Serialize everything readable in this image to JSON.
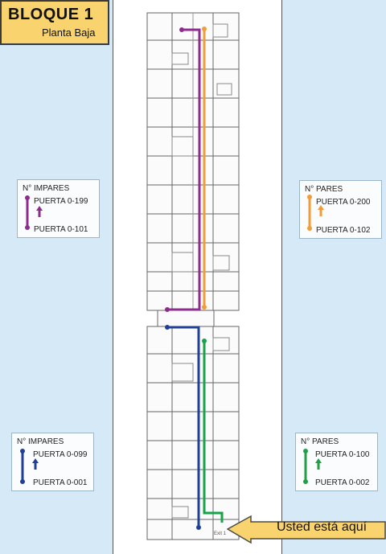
{
  "title": {
    "main": "BLOQUE 1",
    "sub": "Planta Baja"
  },
  "colors": {
    "purple": "#8e2c8e",
    "orange": "#f29b38",
    "blue": "#1f3f99",
    "green": "#1fa045",
    "green_route": "#16a34a",
    "banner": "#f9d36e",
    "side_bg": "#d5eaf6"
  },
  "legends": {
    "odd_upper": {
      "heading": "N° IMPARES",
      "top": "PUERTA 0-199",
      "bottom": "PUERTA 0-101"
    },
    "even_upper": {
      "heading": "N° PARES",
      "top": "PUERTA 0-200",
      "bottom": "PUERTA 0-102"
    },
    "odd_lower": {
      "heading": "N° IMPARES",
      "top": "PUERTA 0-099",
      "bottom": "PUERTA 0-001"
    },
    "even_lower": {
      "heading": "N° PARES",
      "top": "PUERTA 0-100",
      "bottom": "PUERTA 0-002"
    }
  },
  "you_are_here": "Usted está aquí",
  "exit_label": "Exit 1",
  "icons": {
    "direction": "arrow-up-icon",
    "start": "dot-icon",
    "pointer": "arrow-left-banner-icon"
  }
}
